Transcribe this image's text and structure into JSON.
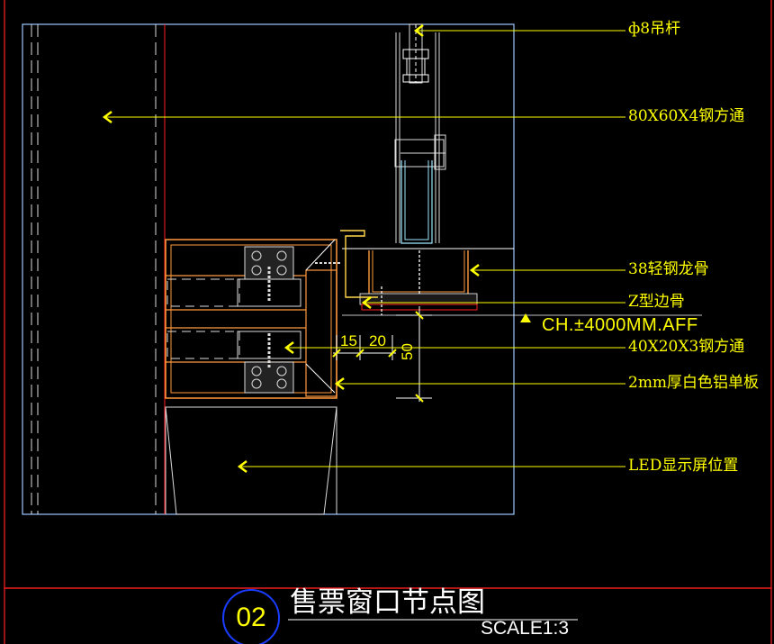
{
  "labels": {
    "hanger_rod": "ф8吊杆",
    "main_tube": "80X60X4钢方通",
    "keel": "38轻钢龙骨",
    "z_edge": "Z型边骨",
    "small_tube": "40X20X3钢方通",
    "panel": "2mm厚白色铝单板",
    "led": "LED显示屏位置"
  },
  "elevation": "CH.±4000MM.AFF",
  "dimensions": {
    "d1": "15",
    "d2": "20",
    "d3": "50"
  },
  "title_block": {
    "number": "02",
    "title": "售票窗口节点图",
    "scale": "SCALE1:3"
  },
  "colors": {
    "label": "#ffff00",
    "border": "#ff0000",
    "frame": "#9ec8ff",
    "steel": "#ff9a3c",
    "hardware": "#c8c8c8",
    "text": "#ffffff",
    "circle": "#1a3cff"
  }
}
